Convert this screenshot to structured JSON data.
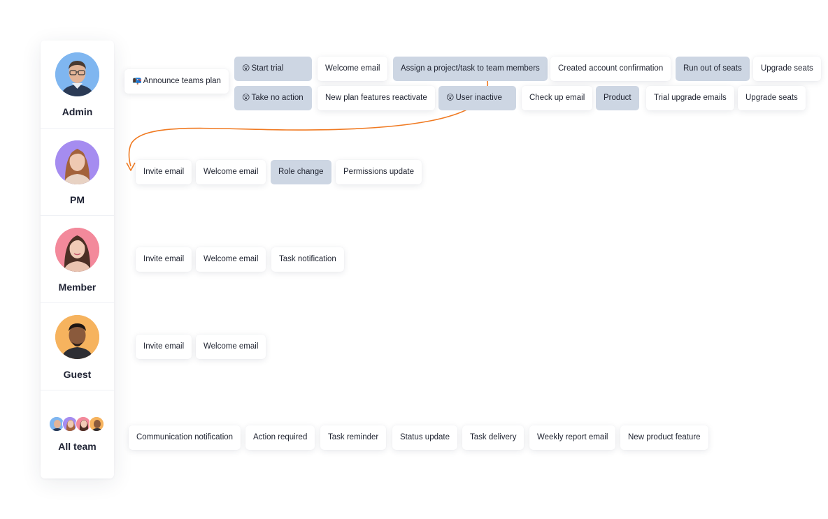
{
  "roles": [
    {
      "name": "Admin",
      "avatar": "man-glasses-avatar",
      "bg": "#7fb6f0"
    },
    {
      "name": "PM",
      "avatar": "woman-avatar",
      "bg": "#a58cf0"
    },
    {
      "name": "Member",
      "avatar": "woman-avatar",
      "bg": "#f3899b"
    },
    {
      "name": "Guest",
      "avatar": "man-avatar",
      "bg": "#f6b35e"
    },
    {
      "name": "All team",
      "avatar": "group-avatars",
      "bg": "#ffffff"
    }
  ],
  "admin": {
    "announce": "Announce teams plan",
    "announce_icon": "📭",
    "flag_icon": "😲",
    "row1": [
      "Start trial",
      "Welcome email",
      "Assign a project/task to team members",
      "Created account confirmation",
      "Run out of seats",
      "Upgrade seats"
    ],
    "row2": [
      "Take no action",
      "New plan features reactivate",
      "User inactive",
      "Check up email",
      "Product",
      "Trial upgrade emails",
      "Upgrade seats"
    ]
  },
  "pm": [
    "Invite email",
    "Welcome email",
    "Role change",
    "Permissions update"
  ],
  "member": [
    "Invite email",
    "Welcome email",
    "Task notification"
  ],
  "guest": [
    "Invite email",
    "Welcome email"
  ],
  "all_team": [
    "Communication notification",
    "Action required",
    "Task reminder",
    "Status update",
    "Task delivery",
    "Weekly report email",
    "New product feature"
  ],
  "colors": {
    "highlight": "#cdd6e3",
    "arrow": "#f07a22"
  }
}
